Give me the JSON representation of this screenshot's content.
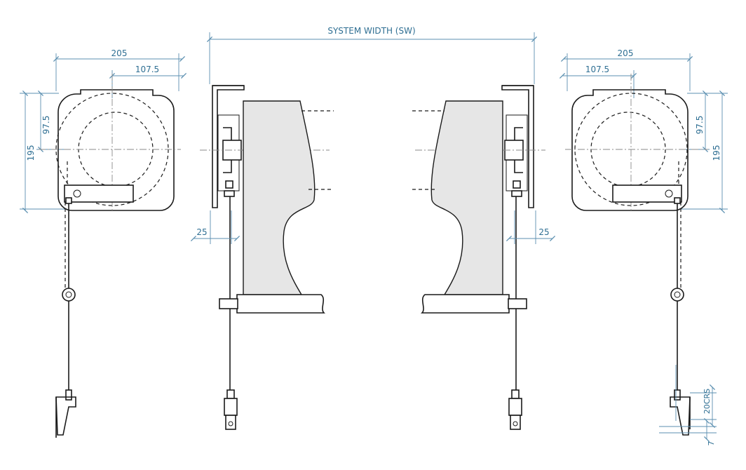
{
  "drawing": {
    "dimensions": {
      "system_width": "SYSTEM WIDTH (SW)",
      "left_width": "205",
      "left_half_width": "107.5",
      "left_height": "195",
      "left_half_height": "97.5",
      "left_offset": "25",
      "right_width": "205",
      "right_half_width": "107.5",
      "right_height": "195",
      "right_half_height": "97.5",
      "right_offset": "25",
      "cord_spacing": "20CRS",
      "bottom_offset": "7"
    },
    "colors": {
      "dimension": "#5b8fb0",
      "outline": "#1a1a1a",
      "fabric": "#e6e6e6",
      "centerline": "#8a8a8a"
    }
  }
}
